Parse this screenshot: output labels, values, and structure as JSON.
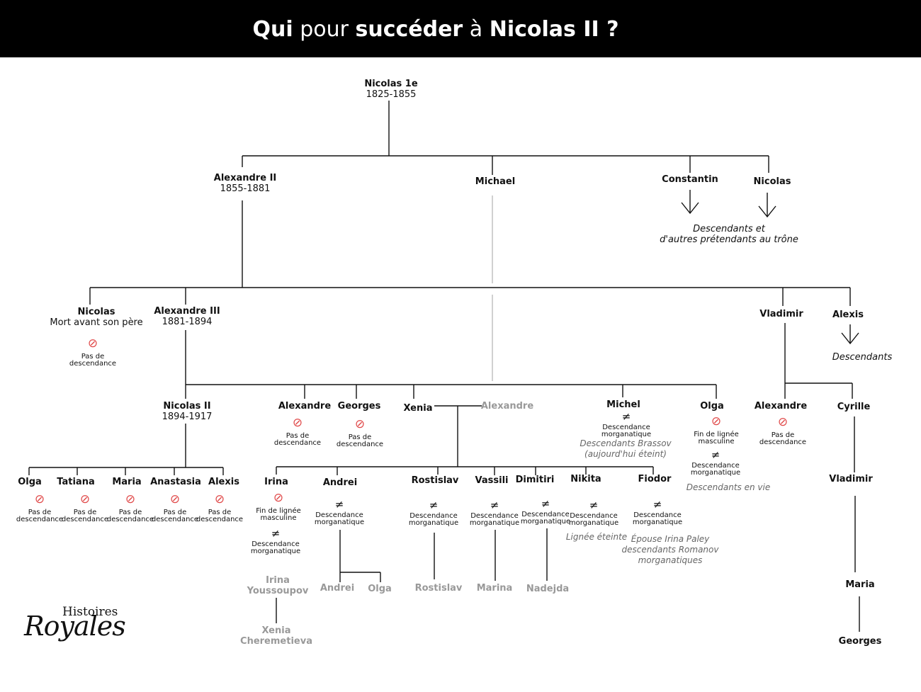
{
  "title": {
    "w1": "Qui",
    "w2": "pour",
    "w3": "succéder",
    "w4": "à",
    "w5": "Nicolas II ?"
  },
  "symbols": {
    "no_descendants": "⊘",
    "morganatic": "≠"
  },
  "labels": {
    "pas_de": "Pas de",
    "descendance": "descendance",
    "fin_de_lignee": "Fin de lignée",
    "masculine": "masculine",
    "descendance_m": "Descendance",
    "morganatique": "morganatique"
  },
  "nodes": {
    "nicolas1": {
      "name": "Nicolas 1e",
      "years": "1825-1855"
    },
    "alexandre2": {
      "name": "Alexandre II",
      "years": "1855-1881"
    },
    "michael": {
      "name": "Michael"
    },
    "constantin": {
      "name": "Constantin"
    },
    "nicolas_b": {
      "name": "Nicolas"
    },
    "descendants_autres": {
      "line1": "Descendants et",
      "line2": "d'autres prétendants au trône"
    },
    "nicolas_son": {
      "name": "Nicolas",
      "note": "Mort avant son père"
    },
    "alexandre3": {
      "name": "Alexandre III",
      "years": "1881-1894"
    },
    "vladimir": {
      "name": "Vladimir"
    },
    "alexis_b": {
      "name": "Alexis"
    },
    "descendants": {
      "text": "Descendants"
    },
    "nicolas2": {
      "name": "Nicolas II",
      "years": "1894-1917"
    },
    "alexandre_b": {
      "name": "Alexandre"
    },
    "georges_b": {
      "name": "Georges"
    },
    "xenia": {
      "name": "Xenia"
    },
    "alexandre_spouse": {
      "name": "Alexandre"
    },
    "michel": {
      "name": "Michel",
      "note1": "Descendants Brassov",
      "note2": "(aujourd'hui éteint)"
    },
    "olga_b": {
      "name": "Olga",
      "note": "Descendants en vie"
    },
    "alexandre_v": {
      "name": "Alexandre"
    },
    "cyrille": {
      "name": "Cyrille"
    },
    "olga_c": {
      "name": "Olga"
    },
    "tatiana": {
      "name": "Tatiana"
    },
    "maria_c": {
      "name": "Maria"
    },
    "anastasia": {
      "name": "Anastasia"
    },
    "alexis_c": {
      "name": "Alexis"
    },
    "irina": {
      "name": "Irina"
    },
    "andrei": {
      "name": "Andrei"
    },
    "rostislav": {
      "name": "Rostislav"
    },
    "vassili": {
      "name": "Vassili"
    },
    "dimitiri": {
      "name": "Dimitiri"
    },
    "nikita": {
      "name": "Nikita",
      "note": "Lignée éteinte"
    },
    "fiodor": {
      "name": "Fiodor",
      "note1": "Épouse Irina Paley",
      "note2": "descendants Romanov",
      "note3": "morganatiques"
    },
    "vladimir_c": {
      "name": "Vladimir"
    },
    "irina_y": {
      "line1": "Irina",
      "line2": "Youssoupov"
    },
    "xenia_c": {
      "line1": "Xenia",
      "line2": "Cheremetieva"
    },
    "andrei_g": {
      "name": "Andrei"
    },
    "olga_g": {
      "name": "Olga"
    },
    "rostislav_g": {
      "name": "Rostislav"
    },
    "marina": {
      "name": "Marina"
    },
    "nadejda": {
      "name": "Nadejda"
    },
    "maria_v": {
      "name": "Maria"
    },
    "georges_v": {
      "name": "Georges"
    }
  },
  "logo": {
    "line1": "Histoires",
    "line2": "Royales"
  },
  "colors": {
    "header_bg": "#000000",
    "no_descendants_icon": "#e04848",
    "grey_text": "#999999"
  }
}
